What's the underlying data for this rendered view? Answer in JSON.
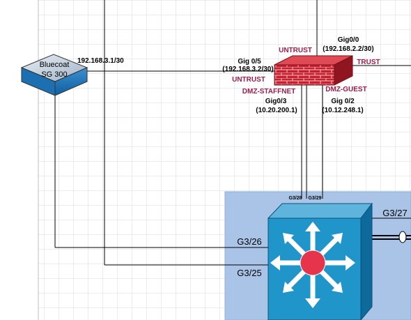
{
  "bluecoat": {
    "name_line1": "Bluecoat",
    "name_line2": "SG 300",
    "ip": "192.168.3.1/30"
  },
  "firewall": {
    "gig05_label": "Gig 0/5",
    "gig05_ip": "(192.168.3.2/30)",
    "gig05_zone": "UNTRUST",
    "gig00_label": "Gig0/0",
    "gig00_ip": "(192.168.2.2/30)",
    "gig00_zone": "UNTRUST",
    "trust_zone": "TRUST",
    "gig03_zone": "DMZ-STAFFNET",
    "gig03_label": "Gig0/3",
    "gig03_ip": "(10.20.200.1)",
    "gig02_zone": "DMZ-GUEST",
    "gig02_label": "Gig 0/2",
    "gig02_ip": "(10.12.248.1)"
  },
  "switch": {
    "port_g328": "G3/28",
    "port_g329": "G3/29",
    "port_g327": "G3/27",
    "port_g326": "G3/26",
    "port_g325": "G3/25"
  },
  "colors": {
    "grid": "#d9d9d9",
    "switch_area": "#a9c4e6",
    "switch_blue": "#1f95c9",
    "firewall_red": "#c6202e",
    "zone_text": "#9c1c4c"
  }
}
